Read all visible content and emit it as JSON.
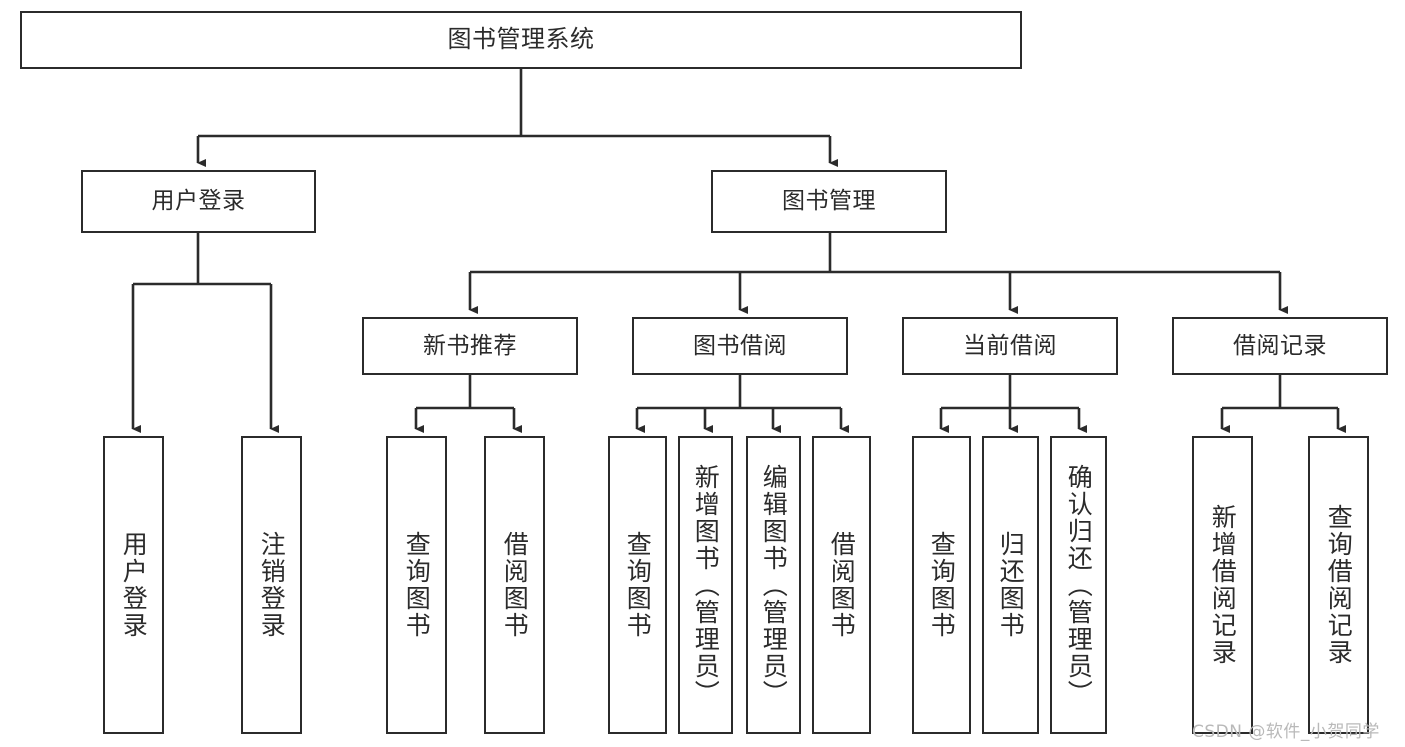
{
  "diagram": {
    "title": "图书管理系统",
    "type": "tree-hierarchy-diagram",
    "orientation": "top-down",
    "colors": {
      "box_border": "#2b2b2b",
      "box_fill": "#ffffff",
      "connector": "#2b2b2b",
      "text": "#2b2b2b",
      "watermark": "#b9b9b9",
      "background": "#ffffff"
    }
  },
  "watermark": {
    "text": "CSDN @软件_小贺同学"
  },
  "nodes": {
    "root": {
      "label": "图书管理系统"
    },
    "level2": [
      {
        "label": "用户登录"
      },
      {
        "label": "图书管理"
      }
    ],
    "level3": [
      {
        "label": "新书推荐"
      },
      {
        "label": "图书借阅"
      },
      {
        "label": "当前借阅"
      },
      {
        "label": "借阅记录"
      }
    ],
    "leaves": {
      "user_login": [
        {
          "label": "用户登录"
        },
        {
          "label": "注销登录"
        }
      ],
      "new_book_recommend": [
        {
          "label": "查询图书"
        },
        {
          "label": "借阅图书"
        }
      ],
      "book_borrow": [
        {
          "label": "查询图书"
        },
        {
          "label": "新增图书（管理员）"
        },
        {
          "label": "编辑图书（管理员）"
        },
        {
          "label": "借阅图书"
        }
      ],
      "current_borrow": [
        {
          "label": "查询图书"
        },
        {
          "label": "归还图书"
        },
        {
          "label": "确认归还（管理员）"
        }
      ],
      "borrow_record": [
        {
          "label": "新增借阅记录"
        },
        {
          "label": "查询借阅记录"
        }
      ]
    }
  }
}
